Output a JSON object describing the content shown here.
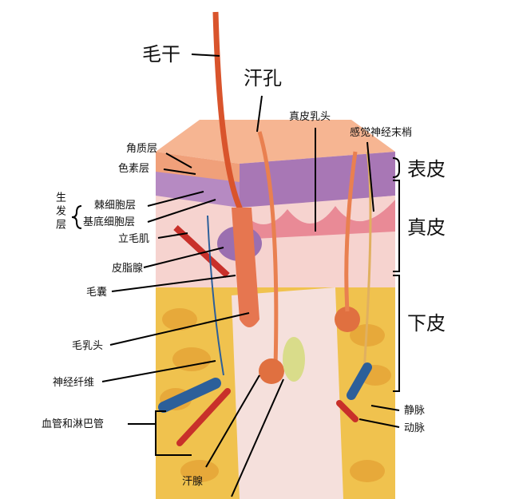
{
  "labels": {
    "hair_shaft": "毛干",
    "sweat_pore": "汗孔",
    "dermal_papilla": "真皮乳头",
    "sensory_nerve_ending": "感觉神经末梢",
    "stratum_corneum": "角质层",
    "pigment_layer": "色素层",
    "germinative_layer": "生发层",
    "spinous_layer": "棘细胞层",
    "basal_layer": "基底细胞层",
    "arrector_pili": "立毛肌",
    "sebaceous_gland": "皮脂腺",
    "hair_follicle": "毛囊",
    "hair_papilla": "毛乳头",
    "nerve_fiber": "神经纤维",
    "vessels": "血管和淋巴管",
    "sweat_gland": "汗腺",
    "epidermis": "表皮",
    "dermis": "真皮",
    "hypodermis": "下皮",
    "vein": "静脉",
    "artery": "动脉"
  },
  "colors": {
    "epidermis": "#f3a67f",
    "purple": "#9b6fb0",
    "dermis": "#f6d3cf",
    "fat": "#f0c24e",
    "hair": "#d9542c",
    "vein": "#2c5f9a",
    "artery": "#c8302a"
  }
}
